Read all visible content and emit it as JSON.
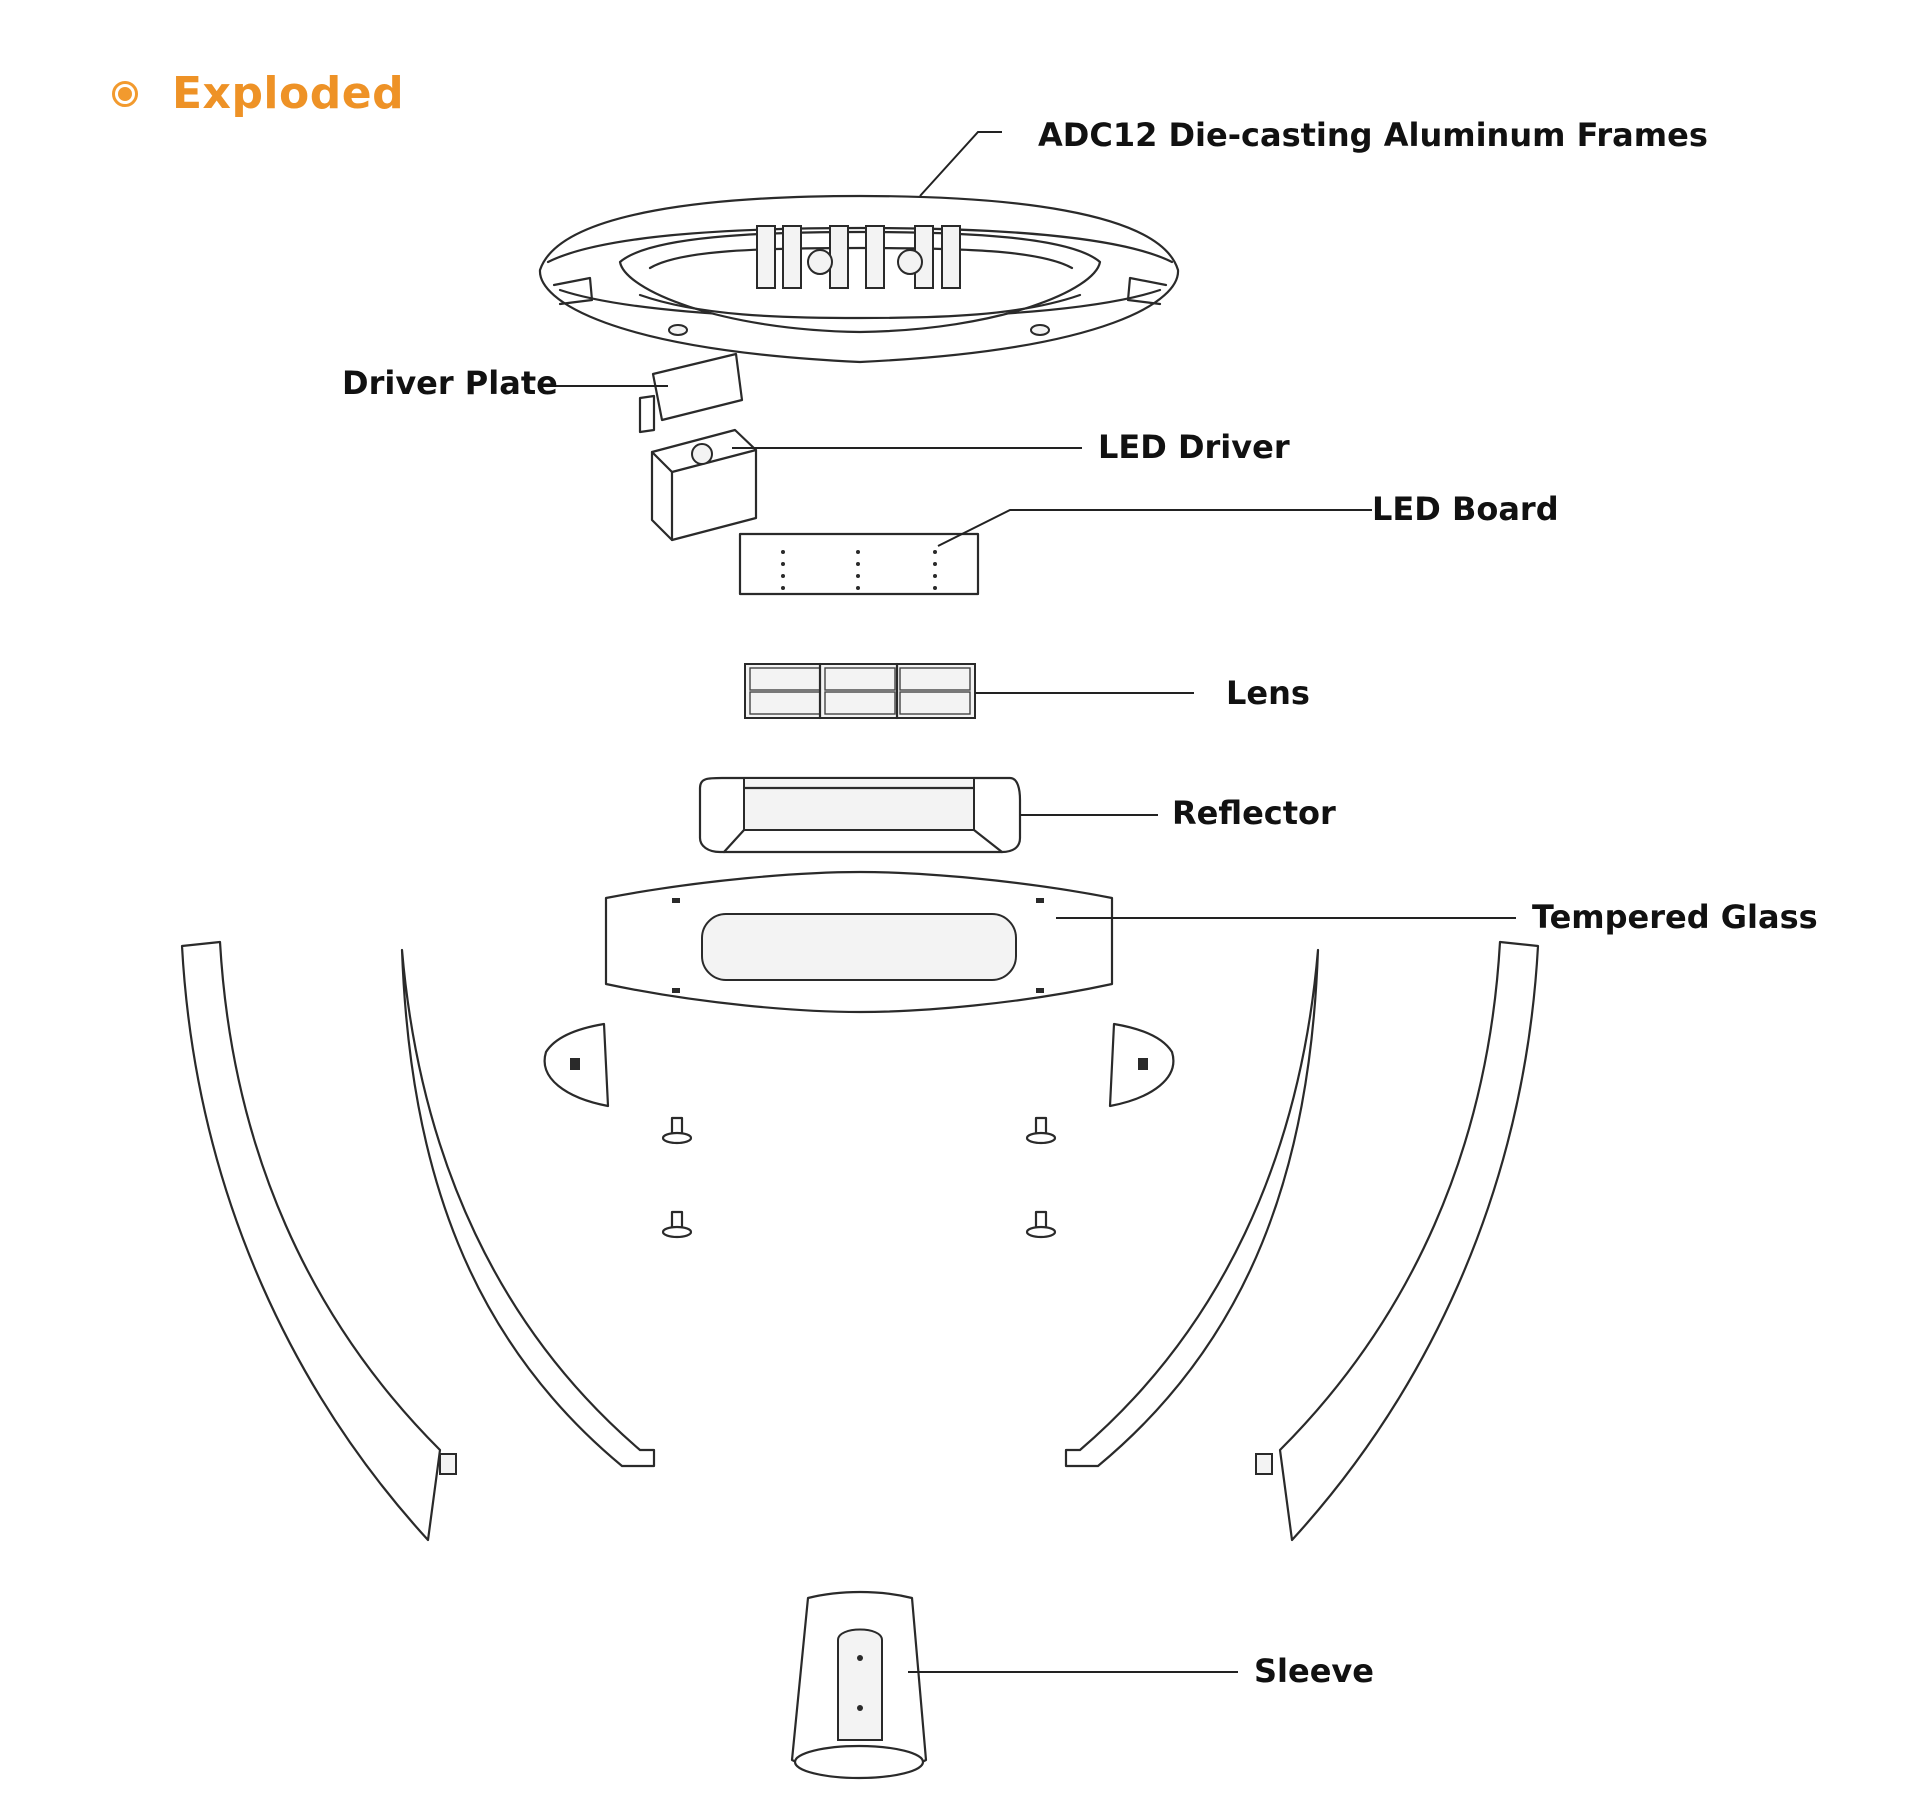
{
  "header": {
    "title": "Exploded",
    "accent_color": "#ee9226"
  },
  "labels": {
    "frame": "ADC12 Die-casting Aluminum Frames",
    "driver_plate": "Driver Plate",
    "led_driver": "LED Driver",
    "led_board": "LED Board",
    "lens": "Lens",
    "reflector": "Reflector",
    "tempered_glass": "Tempered Glass",
    "sleeve": "Sleeve"
  }
}
